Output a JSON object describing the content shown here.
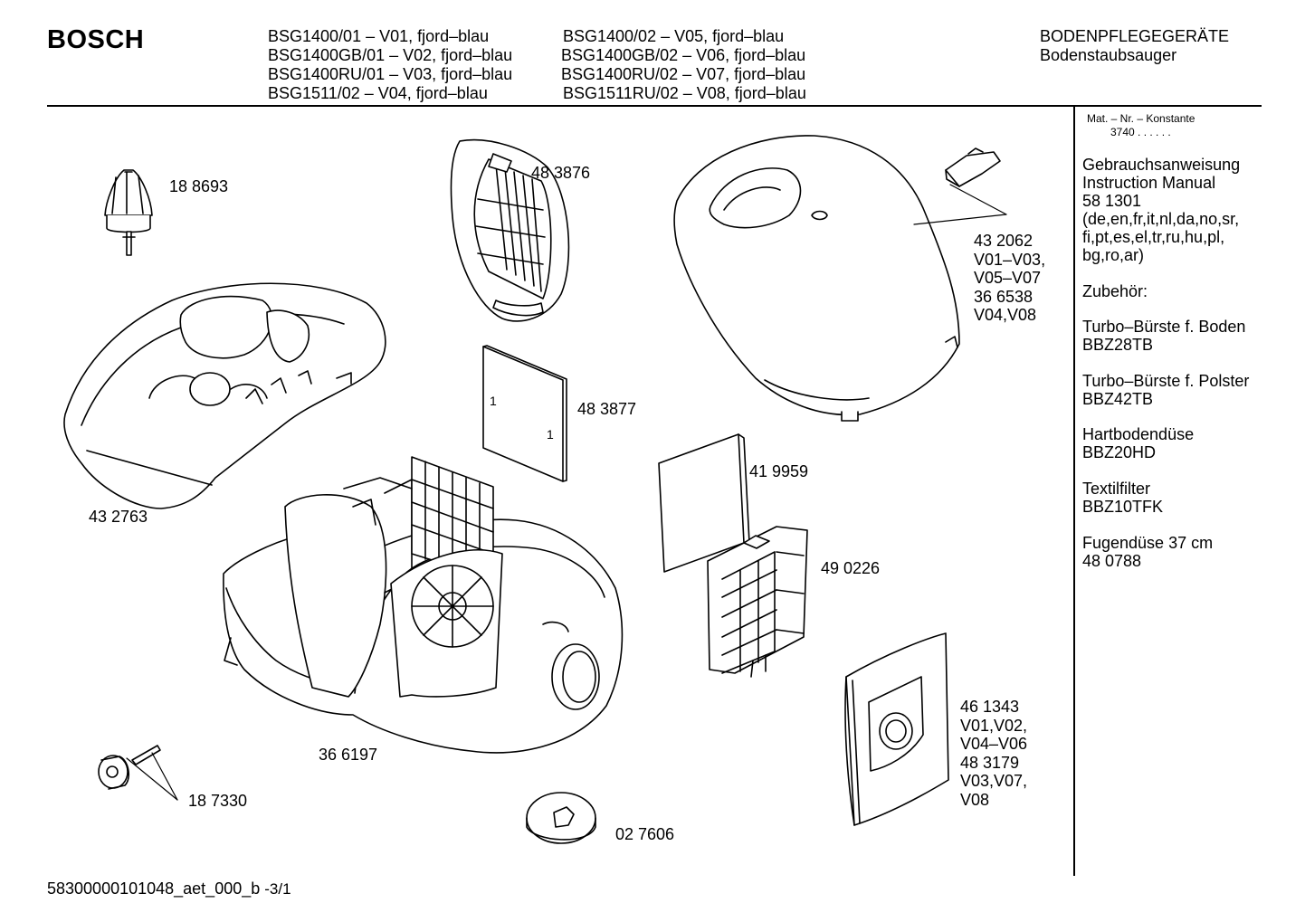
{
  "header": {
    "brand": "BOSCH",
    "models": [
      "BSG1400/01    –  V01, fjord–blau",
      "BSG1400GB/01 – V02, fjord–blau",
      "BSG1400RU/01 – V03, fjord–blau",
      "BSG1511/02    –  V04, fjord–blau",
      "BSG1400/02      – V05, fjord–blau",
      "BSG1400GB/02 – V06, fjord–blau",
      "BSG1400RU/02 – V07, fjord–blau",
      "BSG1511RU/02 – V08, fjord–blau"
    ],
    "category": "BODENPFLEGEGERÄTE",
    "subcategory": "Bodenstaubsauger"
  },
  "sidebar": {
    "mat_label": "Mat. – Nr. – Konstante",
    "mat_value": "3740  .  .    .  .  .  .",
    "blocks": [
      [
        "Gebrauchsanweisung",
        "Instruction Manual",
        "58 1301",
        "(de,en,fr,it,nl,da,no,sr,",
        "fi,pt,es,el,tr,ru,hu,pl,",
        "bg,ro,ar)"
      ],
      [
        "Zubehör:"
      ],
      [
        "Turbo–Bürste f. Boden",
        "BBZ28TB"
      ],
      [
        "Turbo–Bürste f. Polster",
        "BBZ42TB"
      ],
      [
        "Hartbodendüse",
        "BBZ20HD"
      ],
      [
        "Textilfilter",
        "BBZ10TFK"
      ],
      [
        "Fugendüse 37 cm",
        "48 0788"
      ]
    ]
  },
  "parts": {
    "p188693": "18 8693",
    "p483876": "48 3876",
    "p432062": [
      "43 2062",
      "V01–V03,",
      "V05–V07",
      "36 6538",
      "V04,V08"
    ],
    "p432763": "43 2763",
    "p483877": "48 3877",
    "p419959": "41 9959",
    "p490226": "49 0226",
    "p366197": "36 6197",
    "p461343": [
      "46 1343",
      "V01,V02,",
      "V04–V06",
      "48 3179",
      "V03,V07,",
      "V08"
    ],
    "p187330": "18 7330",
    "p027606": "02 7606",
    "filter_mark_a": "1",
    "filter_mark_b": "1"
  },
  "footer": {
    "code": "58300000101048_aet_000_b",
    "page": "-3/1"
  }
}
